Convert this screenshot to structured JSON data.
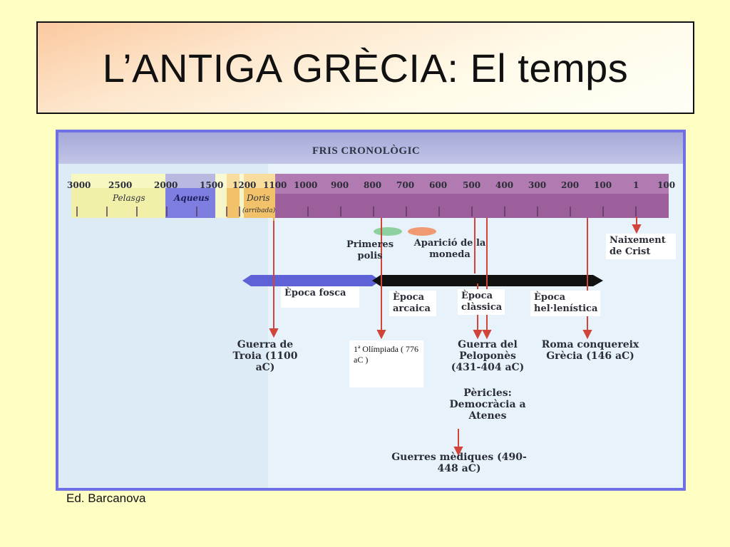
{
  "title": "L’ANTIGA GRÈCIA: El temps",
  "frieze": {
    "heading": "FRIS CRONOLÒGIC",
    "years": [
      "3000",
      "2500",
      "2000",
      "1500",
      "1200",
      "1100",
      "1000",
      "900",
      "800",
      "700",
      "600",
      "500",
      "400",
      "300",
      "200",
      "100",
      "1",
      "100"
    ],
    "peoples": [
      "Pelasgs",
      "Aqueus",
      "Doris",
      "(arribada)"
    ],
    "events": {
      "primeres_polis": "Primeres polis",
      "aparicio_moneda": "Aparició de la moneda",
      "naixement_crist": "Naixement de Crist",
      "guerra_troia": "Guerra de Troia (1100 aC)",
      "olimpiada": "1ª Olímpiada ( 776 aC )",
      "guerra_peloponnes": "Guerra del Peloponès (431-404 aC)",
      "pericles": "Pèricles: Democràcia a Atenes",
      "guerres_mediques": "Guerres mèdiques (490-448 aC)",
      "roma": "Roma conquereix Grècia (146 aC)"
    },
    "periods": {
      "fosca": "Època fosca",
      "arcaica": "Època arcaica",
      "classica": "Època clàssica",
      "hellenistica": "Època hel·lenística"
    }
  },
  "footer": "Ed. Barcanova"
}
